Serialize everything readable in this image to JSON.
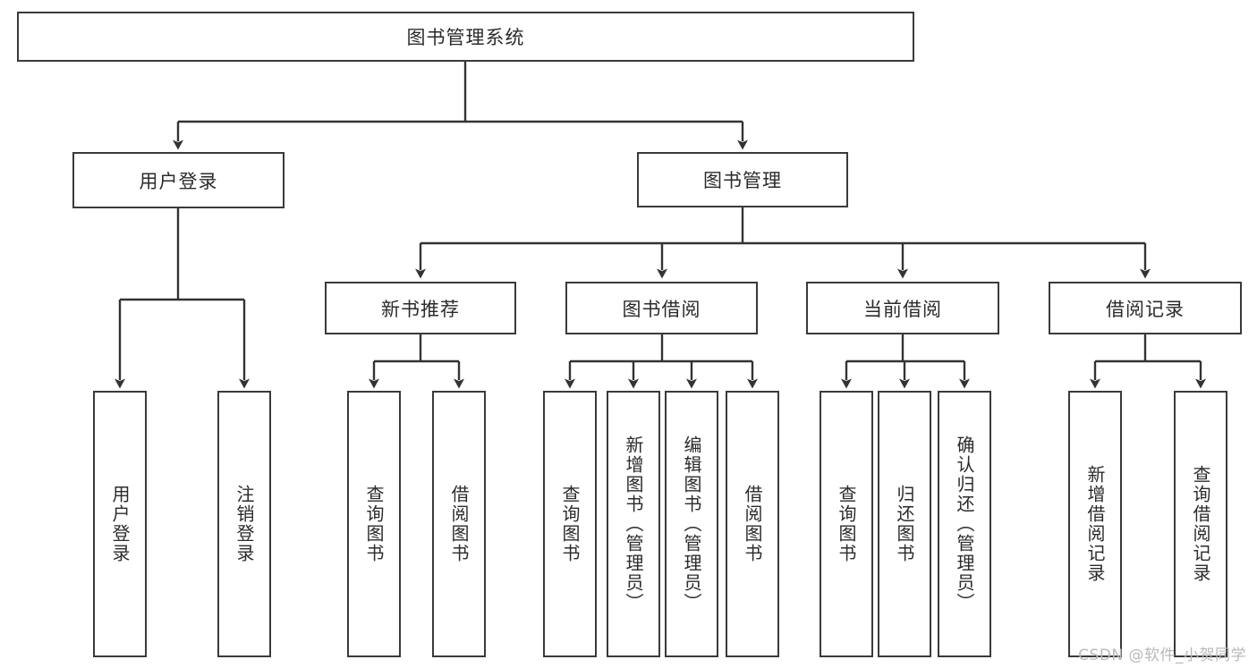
{
  "diagram": {
    "title": "图书管理系统",
    "watermark": "CSDN @软件_小贺同学",
    "colors": {
      "box_border": "#3a3a3a",
      "box_fill": "#ffffff",
      "edge": "#333333",
      "text": "#2b2b2b",
      "watermark": "#b9b9b9",
      "background": "#ffffff"
    },
    "levels": {
      "root": {
        "label": "图书管理系统"
      },
      "level2": [
        {
          "label": "用户登录"
        },
        {
          "label": "图书管理"
        }
      ],
      "level3": [
        {
          "label": "新书推荐"
        },
        {
          "label": "图书借阅"
        },
        {
          "label": "当前借阅"
        },
        {
          "label": "借阅记录"
        }
      ],
      "leaves": {
        "user_login": [
          {
            "label": "用户登录"
          },
          {
            "label": "注销登录"
          }
        ],
        "new_book_recommend": [
          {
            "label": "查询图书"
          },
          {
            "label": "借阅图书"
          }
        ],
        "book_borrow": [
          {
            "label": "查询图书"
          },
          {
            "label": "新增图书（管理员）"
          },
          {
            "label": "编辑图书（管理员）"
          },
          {
            "label": "借阅图书"
          }
        ],
        "current_borrow": [
          {
            "label": "查询图书"
          },
          {
            "label": "归还图书"
          },
          {
            "label": "确认归还（管理员）"
          }
        ],
        "borrow_record": [
          {
            "label": "新增借阅记录"
          },
          {
            "label": "查询借阅记录"
          }
        ]
      }
    }
  }
}
